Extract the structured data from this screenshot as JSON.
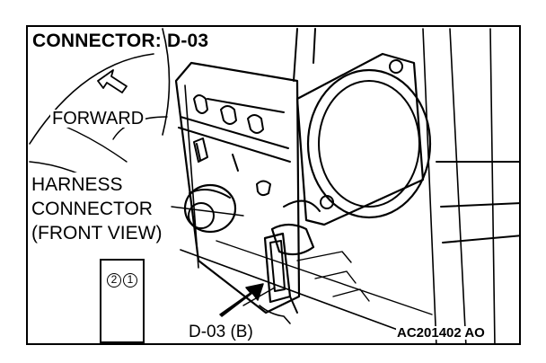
{
  "title": "CONNECTOR: D-03",
  "direction_label": "FORWARD",
  "harness_label": [
    "HARNESS",
    "CONNECTOR",
    "(FRONT VIEW)"
  ],
  "connector_callout": "D-03 (B)",
  "figure_code": "AC201402 AO",
  "connector_pins": [
    "2",
    "1"
  ],
  "icons": {
    "forward_arrow": "outline-arrow-icon",
    "pointer_arrow": "solid-arrow-icon"
  },
  "colors": {
    "line": "#000000",
    "background": "#ffffff"
  }
}
